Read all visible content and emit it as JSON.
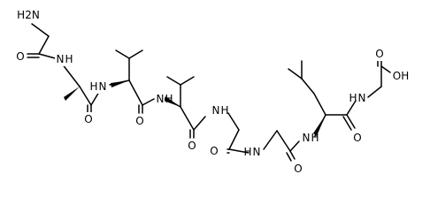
{
  "structure": {
    "bond_color": "#000000",
    "background": "#ffffff",
    "atom_labels": {
      "amine": "H2N",
      "gly1_oxygen": "O",
      "ala_n": "N",
      "ala_h": "H",
      "ala_oxygen": "O",
      "val1_n": "N",
      "val1_h": "H",
      "val1_oxygen": "O",
      "val2_n": "N",
      "val2_h": "H",
      "val2_oxygen": "O",
      "gly2_n": "N",
      "gly2_h": "H",
      "gly2_oxygen": "O",
      "gly3_n": "N",
      "gly3_h": "H",
      "gly3_oxygen": "O",
      "leu_n": "N",
      "leu_h": "H",
      "leu_oxygen": "O",
      "gly4_n": "N",
      "gly4_h": "H",
      "acid_oxygen": "O",
      "acid_oh": "OH"
    }
  }
}
